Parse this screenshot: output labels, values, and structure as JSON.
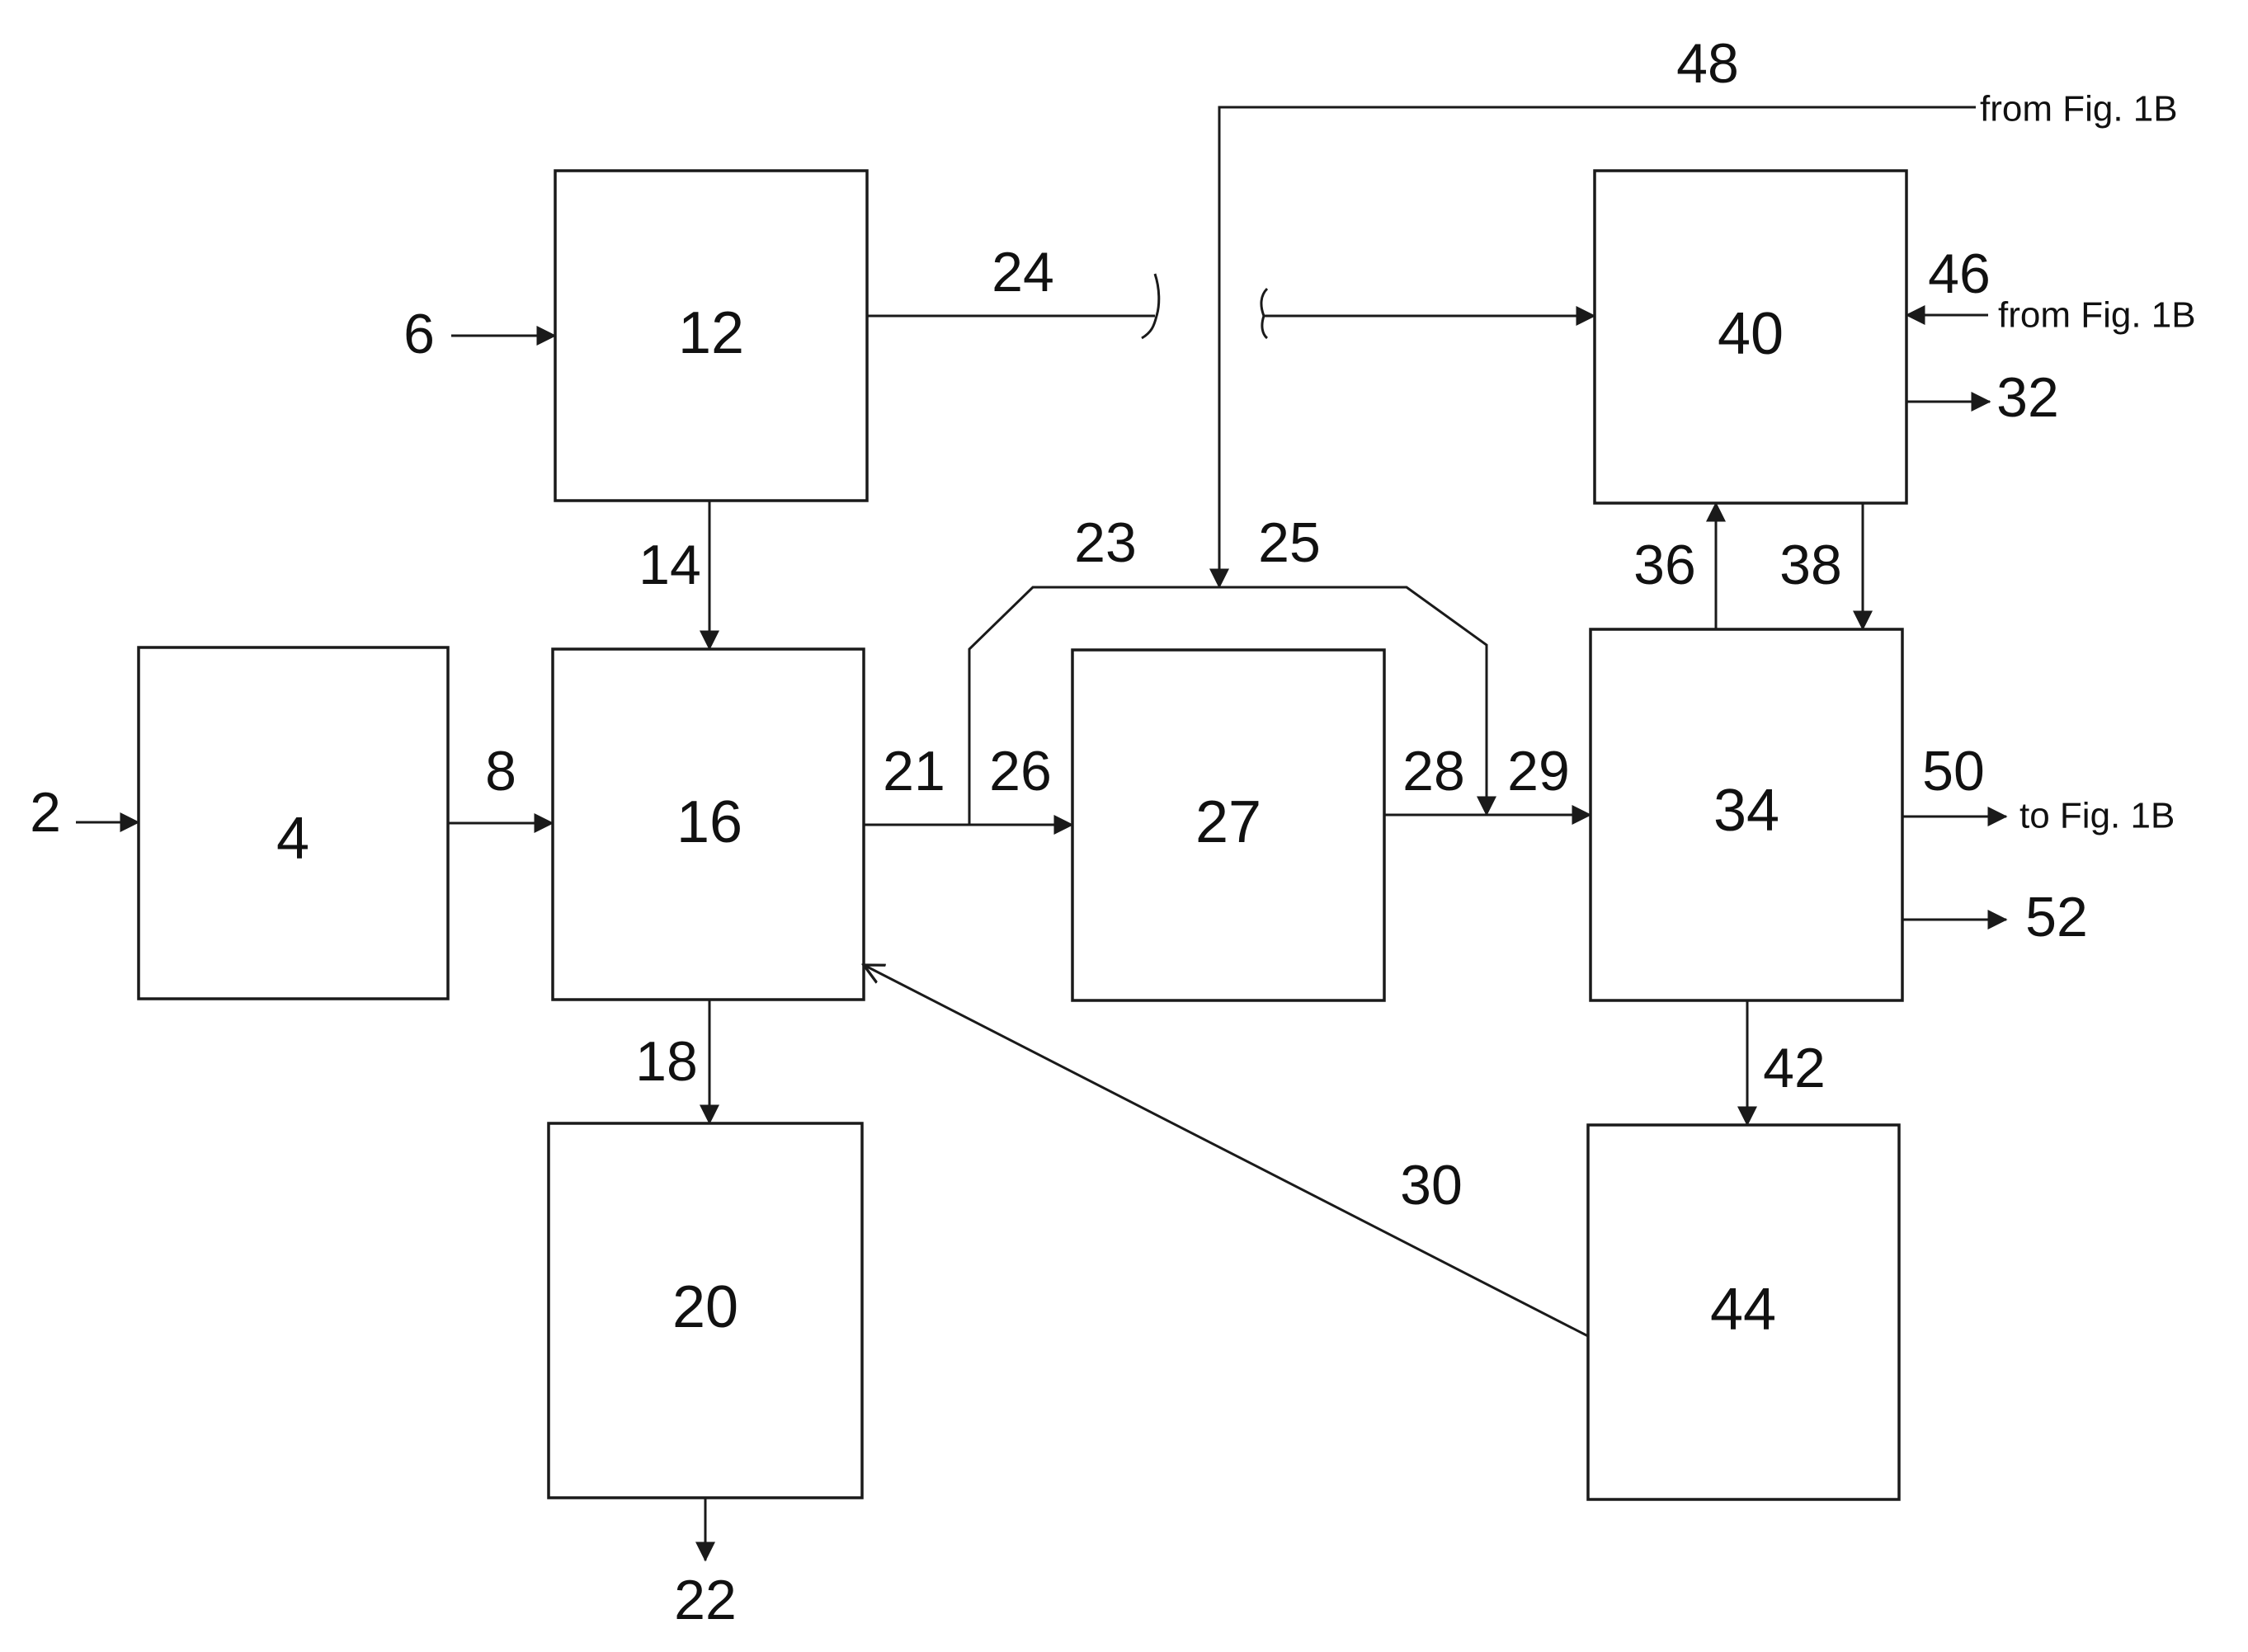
{
  "boxes": {
    "b4": "4",
    "b12": "12",
    "b16": "16",
    "b20": "20",
    "b27": "27",
    "b34": "34",
    "b40": "40",
    "b44": "44"
  },
  "streams": {
    "s2": "2",
    "s6": "6",
    "s8": "8",
    "s14": "14",
    "s18": "18",
    "s21": "21",
    "s22": "22",
    "s23": "23",
    "s24": "24",
    "s25": "25",
    "s26": "26",
    "s28": "28",
    "s29": "29",
    "s30": "30",
    "s32": "32",
    "s36": "36",
    "s38": "38",
    "s42": "42",
    "s46": "46",
    "s48": "48",
    "s50": "50",
    "s52": "52"
  },
  "refs": {
    "from_fig_1b_top": "from Fig. 1B",
    "from_fig_1b_right": "from Fig. 1B",
    "to_fig_1b": "to Fig. 1B"
  },
  "colors": {
    "ink": "#1a1a1a",
    "background": "#ffffff"
  }
}
